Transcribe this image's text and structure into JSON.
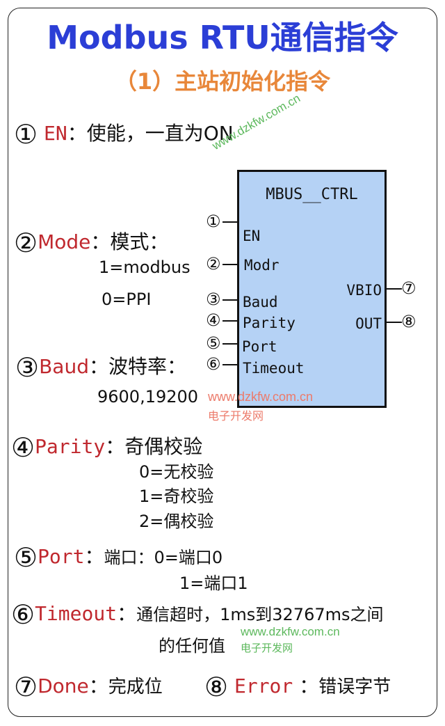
{
  "title": "Modbus RTU通信指令",
  "subtitle": "（1）主站初始化指令",
  "colors": {
    "title": "#2b3ed6",
    "subtitle": "#e8873a",
    "param_key": "#c0282e",
    "block_fill": "#b5d2f5",
    "watermark_green": "#5cb85c",
    "watermark_red": "#ec7a6a"
  },
  "params": [
    {
      "num": "①",
      "key": "EN",
      "colon": "：",
      "desc": "使能，一直为ON",
      "details": []
    },
    {
      "num": "②",
      "key": "Mode",
      "colon": "：",
      "desc": "模式：",
      "details": [
        "1=modbus",
        "0=PPI"
      ]
    },
    {
      "num": "③",
      "key": "Baud",
      "colon": "：",
      "desc": "波特率：",
      "details": [
        "9600,19200"
      ]
    },
    {
      "num": "④",
      "key": "Parity",
      "colon": "：",
      "desc": "奇偶校验",
      "details": [
        "0=无校验",
        "1=奇校验",
        "2=偶校验"
      ]
    },
    {
      "num": "⑤",
      "key": "Port",
      "colon": "：",
      "desc": "端口：0=端口0",
      "details": [
        "1=端口1"
      ]
    },
    {
      "num": "⑥",
      "key": "Timeout",
      "colon": "：",
      "desc": "通信超时，1ms到32767ms之间",
      "details": [
        "的任何值"
      ]
    },
    {
      "num": "⑦",
      "key": "Done",
      "colon": "：",
      "desc": "完成位",
      "details": []
    },
    {
      "num": "⑧",
      "key": "Error",
      "colon": "：",
      "desc": "错误字节",
      "details": []
    }
  ],
  "block": {
    "name": "MBUS__CTRL",
    "inputs": [
      {
        "num": "①",
        "label": "EN"
      },
      {
        "num": "②",
        "label": "Modr"
      },
      {
        "num": "③",
        "label": "Baud"
      },
      {
        "num": "④",
        "label": "Parity"
      },
      {
        "num": "⑤",
        "label": "Port"
      },
      {
        "num": "⑥",
        "label": "Timeout"
      }
    ],
    "outputs": [
      {
        "num": "⑦",
        "label": "VBIO"
      },
      {
        "num": "⑧",
        "label": "OUT"
      }
    ]
  },
  "watermarks": {
    "url": "www.dzkfw.com.cn",
    "site_name": "电子开发网"
  }
}
